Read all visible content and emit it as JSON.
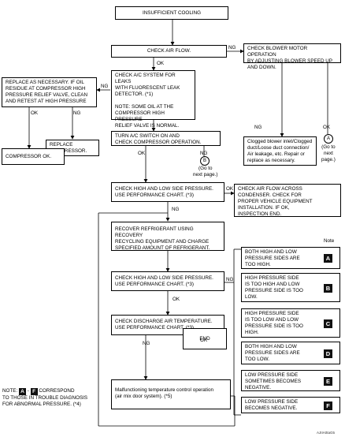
{
  "boxes": {
    "insufficient_cooling": "INSUFFICIENT COOLING",
    "check_air_flow": "CHECK AIR FLOW.",
    "check_blower_motor": "CHECK BLOWER MOTOR OPERATION\nBY ADJUSTING BLOWER SPEED UP\nAND DOWN.",
    "check_ac_leaks": "CHECK A/C SYSTEM FOR LEAKS\nWITH FLUORESCENT LEAK\nDETECTOR. (*1)\n\nNOTE: SOME OIL AT THE\nCOMPRESSOR HIGH PRESSURE\nRELIEF VALVE IS NORMAL.",
    "replace_as_necessary": "REPLACE AS NECESSARY. IF OIL\nRESIDUE AT COMPRESSOR HIGH\nPRESSURE RELIEF VALVE, CLEAN\nAND RETEST AT HIGH PRESSURE",
    "replace_compressor": "REPLACE\nCOMPRESSOR. (*2)",
    "compressor_ok": "COMPRESSOR OK.",
    "turn_ac_on": "TURN A/C SWITCH ON AND\nCHECK COMPRESSOR OPERATION.",
    "clogged_blower": "Clogged blower inlet/Clogged\nduct/Loose duct connection/\nAir leakage, etc. Repair or\nreplace as necessary.",
    "check_high_low_1": "CHECK HIGH AND LOW SIDE PRESSURE.\nUSE PERFORMANCE CHART. (*3)",
    "check_condenser": "CHECK AIR FLOW ACROSS\nCONDENSER. CHECK FOR\nPROPER VEHICLE EQUIPMENT\nINSTALLATION. IF OK,\nINSPECTION END.",
    "recover_refrigerant": "RECOVER REFRIGERANT USING RECOVERY\nRECYCLING EQUIPMENT AND CHARGE\nSPECIFIED AMOUNT OF REFRIGERANT.",
    "check_high_low_2": "CHECK HIGH AND LOW SIDE PRESSURE.\nUSE PERFORMANCE CHART. (*3)",
    "check_discharge": "CHECK DISCHARGE AIR TEMPERATURE.\nUSE PERFORMANCE CHART. (*3)",
    "end": "END",
    "malfunction": "Malfunctioning temperature control operation\n(air mix door system). (*5)"
  },
  "labels": {
    "ok": "OK",
    "ng": "NG",
    "goto_next_page": "(Go to\nnext page.)",
    "goto_next_page_right": "(Go to\nnext\npage.)",
    "connector_a": "A",
    "connector_b": "B",
    "note_title": "Note"
  },
  "notes": [
    {
      "text": "BOTH HIGH AND LOW\nPRESSURE SIDES ARE\nTOO HIGH.",
      "badge": "A"
    },
    {
      "text": "HIGH PRESSURE SIDE\nIS TOO HIGH AND LOW\nPRESSURE SIDE IS TOO\nLOW.",
      "badge": "B"
    },
    {
      "text": "HIGH PRESSURE SIDE\nIS TOO LOW AND LOW\nPRESSURE SIDE IS TOO\nHIGH.",
      "badge": "C"
    },
    {
      "text": "BOTH HIGH AND LOW\nPRESSURE SIDES ARE\nTOO LOW.",
      "badge": "D"
    },
    {
      "text": "LOW PRESSURE SIDE\nSOMETIMES BECOMES\nNEGATIVE.",
      "badge": "E"
    },
    {
      "text": "LOW PRESSURE SIDE\nBECOMES NEGATIVE.",
      "badge": "F"
    }
  ],
  "footnote": {
    "prefix": "NOTE:",
    "badge_from": "A",
    "dash": " - ",
    "badge_to": "F",
    "after": " CORRESPOND",
    "line2": "TO THOSE IN TROUBLE DIAGNOSIS",
    "line3": "FOR ABNORMAL PRESSURE. (*4)"
  },
  "figure_code": "AJIIA0taG5"
}
